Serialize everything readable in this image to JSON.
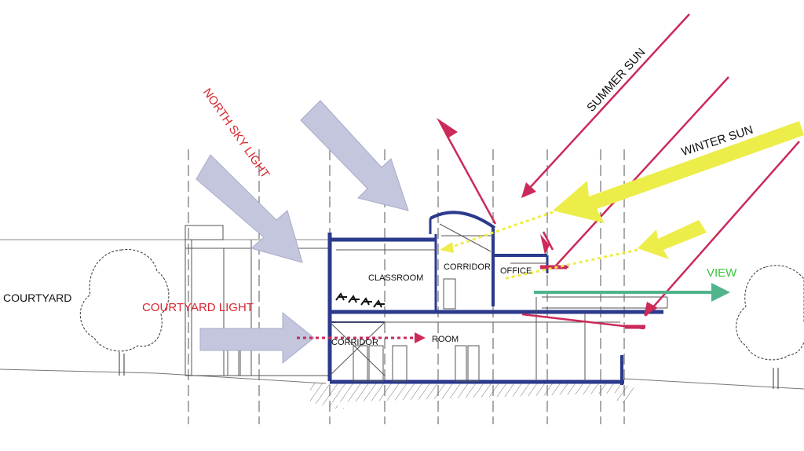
{
  "labels": {
    "courtyard": "COURTYARD",
    "courtyard_light": "COURTYARD LIGHT",
    "north_sky_light": "NORTH SKY LIGHT",
    "summer_sun": "SUMMER SUN",
    "winter_sun": "WINTER SUN",
    "view": "VIEW",
    "classroom": "CLASSROOM",
    "corridor_upper": "CORRIDOR",
    "office": "OFFICE",
    "corridor_lower": "CORRIDOR",
    "room": "ROOM"
  },
  "colors": {
    "structure": "#2b3a8c",
    "north_light_arrow": "#c4c6de",
    "summer_sun": "#cc2a59",
    "winter_sun": "#eded4a",
    "view_arrow": "#4fb48c",
    "label_red": "#d8262f",
    "label_green": "#3cc43c",
    "lines": "#666666"
  },
  "icons": [
    "tree-icon",
    "seating-icon",
    "ground-hatch-icon"
  ]
}
